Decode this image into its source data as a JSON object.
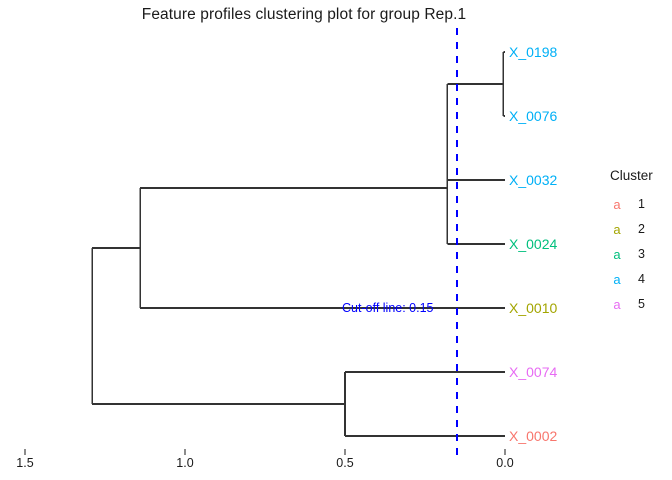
{
  "chart_data": {
    "type": "dendrogram",
    "title": "Feature profiles clustering plot for group Rep.1",
    "xlabel": "",
    "ylabel": "",
    "axis": {
      "reversed": true,
      "ticks": [
        "1.5",
        "1.0",
        "0.5",
        "0.0"
      ],
      "tick_values": [
        1.5,
        1.0,
        0.5,
        0.0
      ],
      "xlim": [
        1.55,
        0.0
      ],
      "grid": false
    },
    "leaves": [
      {
        "label": "X_0198",
        "cluster": 4,
        "color": "#00B0F6",
        "height": 0.0
      },
      {
        "label": "X_0076",
        "cluster": 4,
        "color": "#00B0F6",
        "height": 0.0
      },
      {
        "label": "X_0032",
        "cluster": 4,
        "color": "#00B0F6",
        "height": 0.0
      },
      {
        "label": "X_0024",
        "cluster": 3,
        "color": "#00BF7D",
        "height": 0.0
      },
      {
        "label": "X_0010",
        "cluster": 2,
        "color": "#A3A500",
        "height": 0.0
      },
      {
        "label": "X_0074",
        "cluster": 5,
        "color": "#E76BF3",
        "height": 0.0
      },
      {
        "label": "X_0002",
        "cluster": 1,
        "color": "#F8766D",
        "height": 0.0
      }
    ],
    "merges": [
      {
        "name": "n1",
        "children": [
          "X_0198",
          "X_0076"
        ],
        "height": 0.005
      },
      {
        "name": "n2",
        "children": [
          "n1",
          "X_0032"
        ],
        "height": 0.18
      },
      {
        "name": "n3",
        "children": [
          "n2",
          "X_0024"
        ],
        "height": 0.18
      },
      {
        "name": "n4",
        "children": [
          "n3",
          "X_0010"
        ],
        "height": 1.14
      },
      {
        "name": "n5",
        "children": [
          "X_0074",
          "X_0002"
        ],
        "height": 0.5
      },
      {
        "name": "n6",
        "children": [
          "n4",
          "n5"
        ],
        "height": 1.29
      }
    ],
    "cutoff": {
      "value": 0.15,
      "label": "Cut-off line: 0.15",
      "color": "#0000ff",
      "style": "dashed"
    },
    "branch_color": "#333333"
  },
  "legend": {
    "title": "Cluster",
    "key_glyph": "a",
    "items": [
      {
        "label": "1",
        "color": "#F8766D"
      },
      {
        "label": "2",
        "color": "#A3A500"
      },
      {
        "label": "3",
        "color": "#00BF7D"
      },
      {
        "label": "4",
        "color": "#00B0F6"
      },
      {
        "label": "5",
        "color": "#E76BF3"
      }
    ]
  }
}
